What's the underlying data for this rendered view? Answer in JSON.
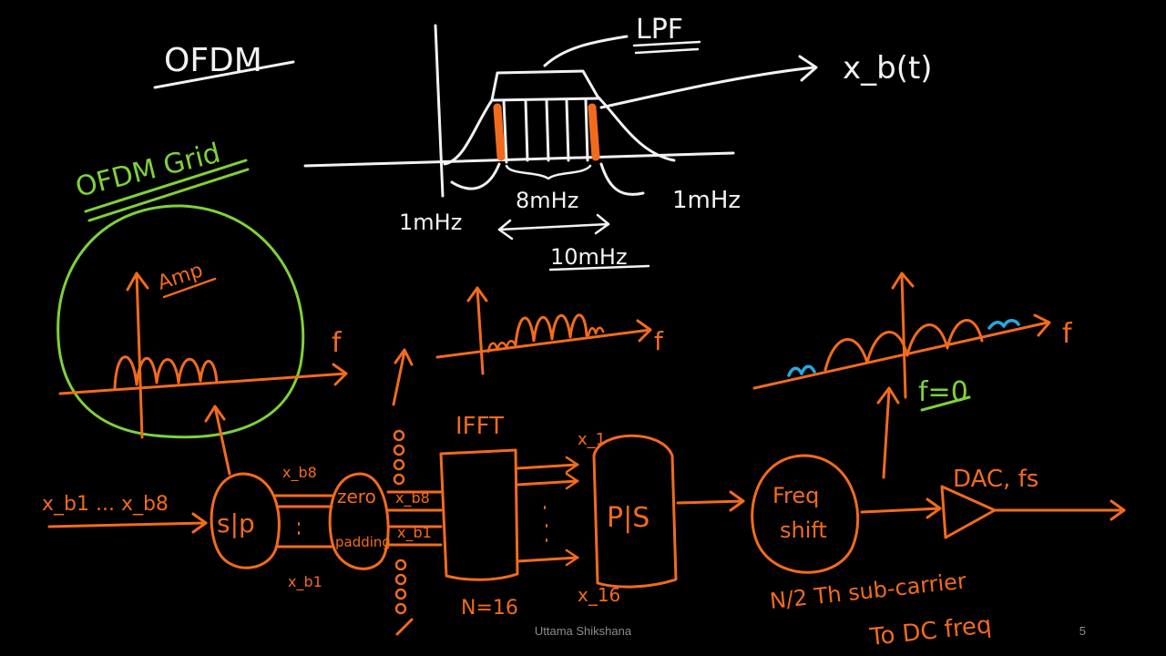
{
  "colors": {
    "background": "#000000",
    "white_ink": "#f2f2f2",
    "orange_ink": "#f26b1d",
    "green_ink": "#7fd13b",
    "blue_ink": "#29a8e0",
    "footer_text": "#8c8c8c"
  },
  "top_sketch": {
    "title": "OFDM",
    "lpf_label": "LPF",
    "output_label": "x_b(t)",
    "left_guard_label": "1mHz",
    "right_guard_label": "1mHz",
    "inner_band_label": "8mHz",
    "total_band_label": "10mHz"
  },
  "grid_sketch": {
    "title": "OFDM Grid",
    "amp_label": "Amp",
    "f_label": "f"
  },
  "middle_spectra": {
    "padded_f_label": "f",
    "shifted_f_label": "f",
    "zero_freq_label": "f=0"
  },
  "block_diagram": {
    "input_label": "x_b1 ... x_b8",
    "sp_label": "s|p",
    "xb8_label": "x_b8",
    "xb1_label": "x_b1",
    "zero_pad_top": "zero",
    "zero_pad_bottom": "padding",
    "zp_xb8": "x_b8",
    "zp_xb1": "x_b1",
    "ifft_label": "IFFT",
    "n_label": "N=16",
    "x1_label": "x_1",
    "x16_label": "x_16",
    "ps_label": "P|S",
    "freq_shift_top": "Freq",
    "freq_shift_bottom": "shift",
    "dac_label": "DAC, fs",
    "subcarrier_note_1": "N/2 Th sub-carrier",
    "subcarrier_note_2": "To DC freq"
  },
  "footer": {
    "author": "Uttama Shikshana",
    "page": "5"
  }
}
